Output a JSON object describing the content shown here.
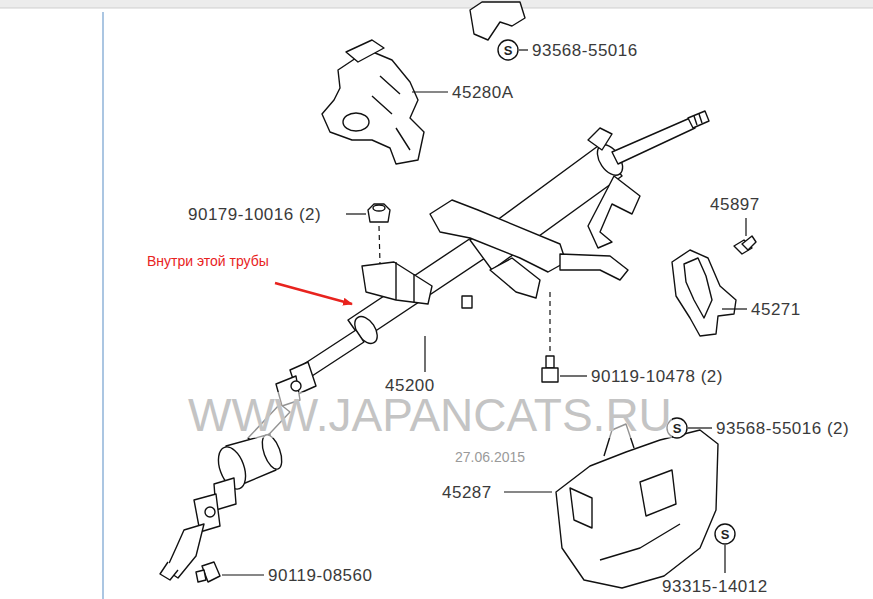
{
  "diagram": {
    "labels": [
      "S",
      "93568-55016",
      "45280A",
      "90179-10016 (2)",
      "45897",
      "Внутри этой трубы",
      "45271",
      "45200",
      "90119-10478 (2)",
      "WWW.JAPANCATS.RU",
      "S",
      "93568-55016 (2)",
      "27.06.2015",
      "45287",
      "S",
      "90119-08560",
      "93315-14012"
    ]
  }
}
